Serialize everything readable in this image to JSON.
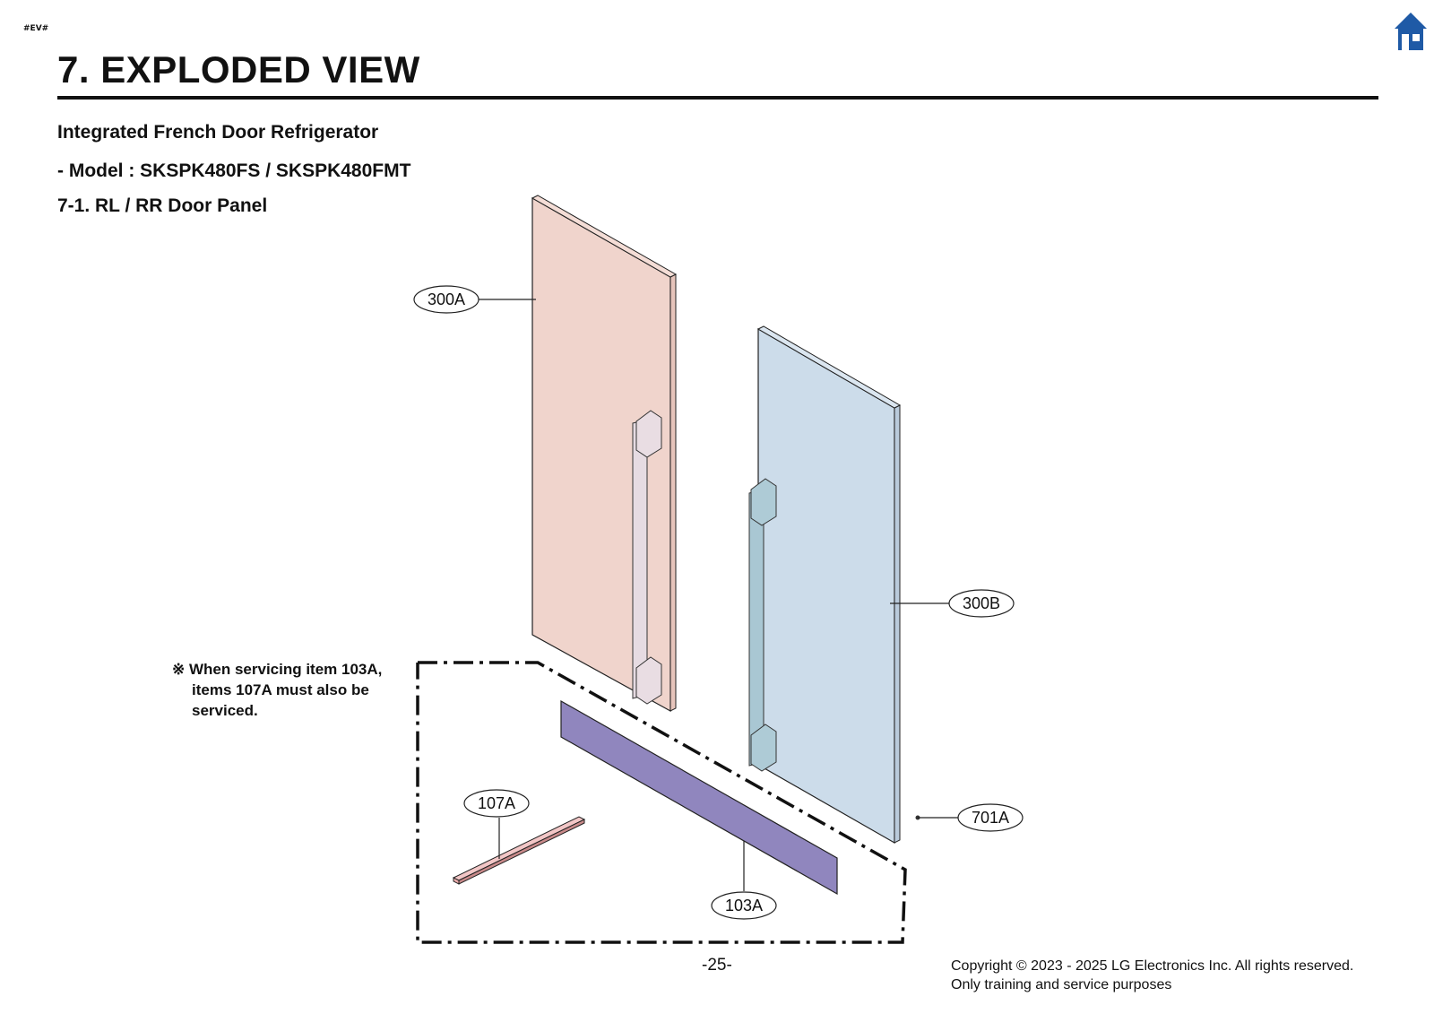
{
  "header": {
    "tag": "#EV#",
    "title": "7. EXPLODED VIEW",
    "home_icon": "home-icon"
  },
  "product": {
    "name": "Integrated French Door Refrigerator",
    "model_label": "- Model :",
    "model_value": "SKSPK480FS / SKSPK480FMT"
  },
  "section": {
    "title": "7-1. RL / RR Door Panel"
  },
  "callouts": {
    "c300A": "300A",
    "c300B": "300B",
    "c701A": "701A",
    "c107A": "107A",
    "c103A": "103A"
  },
  "note": {
    "line1": "※ When servicing item 103A,",
    "line2": "items 107A must also be",
    "line3": "serviced."
  },
  "footer": {
    "page_number": "-25-",
    "copyright": "Copyright © 2023 - 2025 LG Electronics Inc. All rights reserved.",
    "purpose": "Only training and service purposes"
  },
  "colors": {
    "left_panel": "#f0d4cc",
    "right_panel": "#ccdcea",
    "bar_103A": "#9086be",
    "strip_107A": "#e8a9a9",
    "home_icon": "#1f5aa6"
  }
}
